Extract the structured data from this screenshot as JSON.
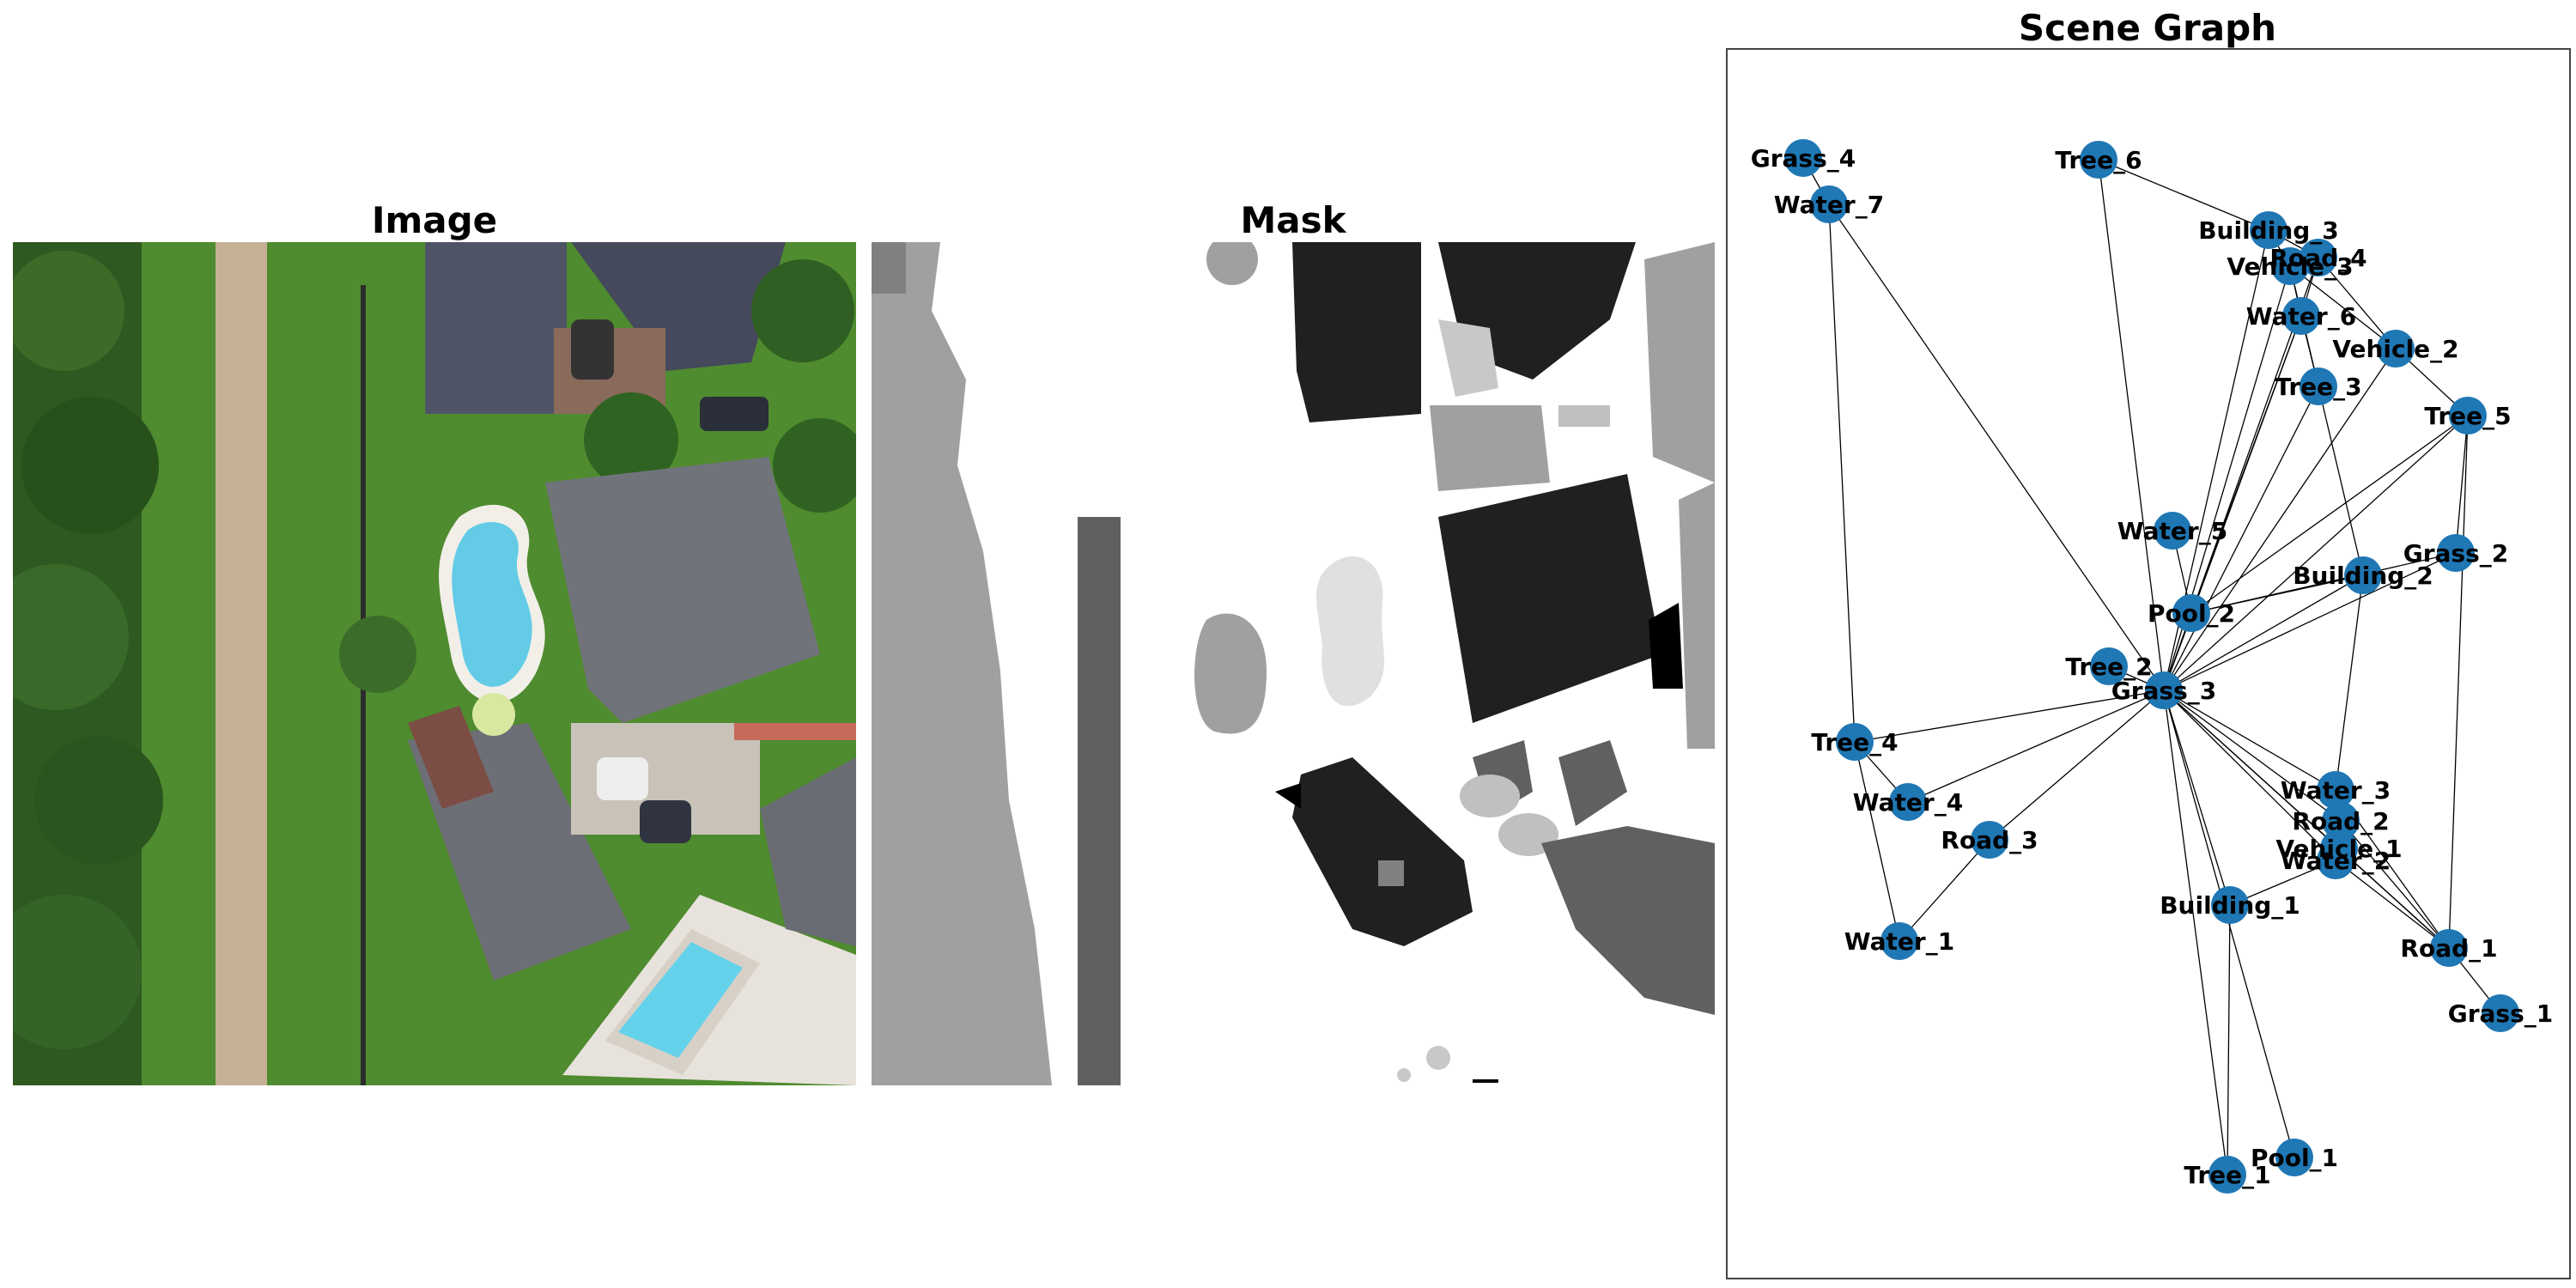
{
  "panels": {
    "image_title": "Image",
    "mask_title": "Mask",
    "graph_title": "Scene Graph"
  },
  "colors": {
    "node": "#1f77b4",
    "edge": "#000000",
    "grass": "#4e8a2e",
    "tree": "#2f5a22",
    "road": "#c7b29a",
    "roof": "#6f7178",
    "pool": "#6fd3ea",
    "mask_dark": "#202020",
    "mask_mid": "#a0a0a0",
    "mask_light": "#e0e0e0"
  },
  "graph": {
    "nodes": [
      {
        "id": "Grass_4",
        "label": "Grass_4"
      },
      {
        "id": "Water_7",
        "label": "Water_7"
      },
      {
        "id": "Tree_6",
        "label": "Tree_6"
      },
      {
        "id": "Building_3",
        "label": "Building_3"
      },
      {
        "id": "Road_4",
        "label": "Road_4"
      },
      {
        "id": "Vehicle_3",
        "label": "Vehicle_3"
      },
      {
        "id": "Water_6",
        "label": "Water_6"
      },
      {
        "id": "Vehicle_2",
        "label": "Vehicle_2"
      },
      {
        "id": "Tree_3",
        "label": "Tree_3"
      },
      {
        "id": "Tree_5",
        "label": "Tree_5"
      },
      {
        "id": "Water_5",
        "label": "Water_5"
      },
      {
        "id": "Grass_2",
        "label": "Grass_2"
      },
      {
        "id": "Building_2",
        "label": "Building_2"
      },
      {
        "id": "Pool_2",
        "label": "Pool_2"
      },
      {
        "id": "Tree_2",
        "label": "Tree_2"
      },
      {
        "id": "Grass_3",
        "label": "Grass_3"
      },
      {
        "id": "Tree_4",
        "label": "Tree_4"
      },
      {
        "id": "Water_3",
        "label": "Water_3"
      },
      {
        "id": "Water_4",
        "label": "Water_4"
      },
      {
        "id": "Road_2",
        "label": "Road_2"
      },
      {
        "id": "Road_3",
        "label": "Road_3"
      },
      {
        "id": "Vehicle_1",
        "label": "Vehicle_1"
      },
      {
        "id": "Water_2",
        "label": "Water_2"
      },
      {
        "id": "Building_1",
        "label": "Building_1"
      },
      {
        "id": "Water_1",
        "label": "Water_1"
      },
      {
        "id": "Road_1",
        "label": "Road_1"
      },
      {
        "id": "Grass_1",
        "label": "Grass_1"
      },
      {
        "id": "Pool_1",
        "label": "Pool_1"
      },
      {
        "id": "Tree_1",
        "label": "Tree_1"
      }
    ],
    "edges": [
      [
        "Grass_4",
        "Water_7"
      ],
      [
        "Water_7",
        "Grass_3"
      ],
      [
        "Water_7",
        "Tree_4"
      ],
      [
        "Tree_6",
        "Building_3"
      ],
      [
        "Tree_6",
        "Grass_3"
      ],
      [
        "Building_3",
        "Road_4"
      ],
      [
        "Building_3",
        "Vehicle_3"
      ],
      [
        "Building_3",
        "Grass_3"
      ],
      [
        "Road_4",
        "Vehicle_3"
      ],
      [
        "Road_4",
        "Water_6"
      ],
      [
        "Road_4",
        "Grass_3"
      ],
      [
        "Road_4",
        "Vehicle_2"
      ],
      [
        "Vehicle_3",
        "Water_6"
      ],
      [
        "Vehicle_3",
        "Grass_3"
      ],
      [
        "Vehicle_3",
        "Vehicle_2"
      ],
      [
        "Vehicle_3",
        "Tree_3"
      ],
      [
        "Water_6",
        "Tree_3"
      ],
      [
        "Water_6",
        "Grass_3"
      ],
      [
        "Water_6",
        "Pool_2"
      ],
      [
        "Vehicle_2",
        "Tree_5"
      ],
      [
        "Vehicle_2",
        "Grass_3"
      ],
      [
        "Tree_3",
        "Grass_3"
      ],
      [
        "Tree_3",
        "Building_2"
      ],
      [
        "Tree_5",
        "Grass_2"
      ],
      [
        "Tree_5",
        "Grass_3"
      ],
      [
        "Tree_5",
        "Pool_2"
      ],
      [
        "Tree_5",
        "Road_1"
      ],
      [
        "Water_5",
        "Pool_2"
      ],
      [
        "Grass_2",
        "Grass_3"
      ],
      [
        "Grass_2",
        "Pool_2"
      ],
      [
        "Building_2",
        "Grass_3"
      ],
      [
        "Building_2",
        "Pool_2"
      ],
      [
        "Building_2",
        "Water_3"
      ],
      [
        "Pool_2",
        "Grass_3"
      ],
      [
        "Tree_2",
        "Grass_3"
      ],
      [
        "Grass_3",
        "Tree_4"
      ],
      [
        "Grass_3",
        "Water_4"
      ],
      [
        "Grass_3",
        "Road_3"
      ],
      [
        "Grass_3",
        "Water_3"
      ],
      [
        "Grass_3",
        "Road_2"
      ],
      [
        "Grass_3",
        "Vehicle_1"
      ],
      [
        "Grass_3",
        "Water_2"
      ],
      [
        "Grass_3",
        "Building_1"
      ],
      [
        "Grass_3",
        "Road_1"
      ],
      [
        "Grass_3",
        "Pool_1"
      ],
      [
        "Grass_3",
        "Tree_1"
      ],
      [
        "Tree_4",
        "Water_4"
      ],
      [
        "Tree_4",
        "Water_1"
      ],
      [
        "Road_3",
        "Water_1"
      ],
      [
        "Water_3",
        "Road_1"
      ],
      [
        "Road_2",
        "Road_1"
      ],
      [
        "Vehicle_1",
        "Road_1"
      ],
      [
        "Water_2",
        "Building_1"
      ],
      [
        "Water_2",
        "Road_1"
      ],
      [
        "Road_1",
        "Grass_1"
      ],
      [
        "Building_1",
        "Tree_1"
      ]
    ]
  }
}
